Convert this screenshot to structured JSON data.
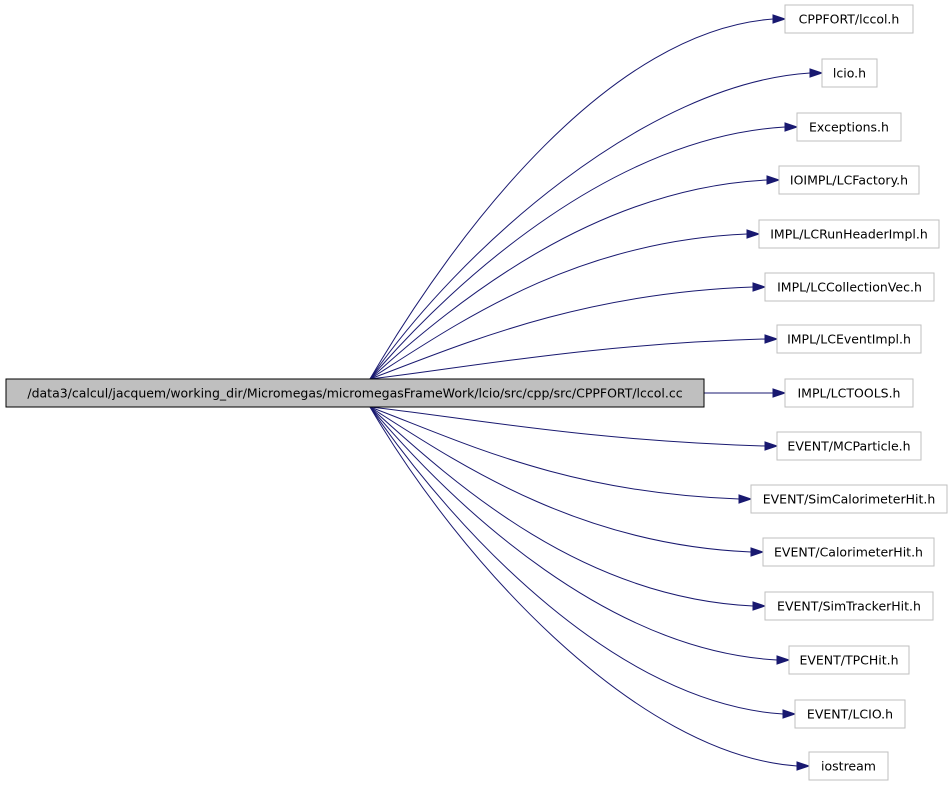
{
  "graph": {
    "source": {
      "label": "/data3/calcul/jacquem/working_dir/Micromegas/micromegasFrameWork/lcio/src/cpp/src/CPPFORT/lccol.cc"
    },
    "targets": [
      {
        "label": "CPPFORT/lccol.h"
      },
      {
        "label": "lcio.h"
      },
      {
        "label": "Exceptions.h"
      },
      {
        "label": "IOIMPL/LCFactory.h"
      },
      {
        "label": "IMPL/LCRunHeaderImpl.h"
      },
      {
        "label": "IMPL/LCCollectionVec.h"
      },
      {
        "label": "IMPL/LCEventImpl.h"
      },
      {
        "label": "IMPL/LCTOOLS.h"
      },
      {
        "label": "EVENT/MCParticle.h"
      },
      {
        "label": "EVENT/SimCalorimeterHit.h"
      },
      {
        "label": "EVENT/CalorimeterHit.h"
      },
      {
        "label": "EVENT/SimTrackerHit.h"
      },
      {
        "label": "EVENT/TPCHit.h"
      },
      {
        "label": "EVENT/LCIO.h"
      },
      {
        "label": "iostream"
      }
    ],
    "colors": {
      "edge": "#191970",
      "source_fill": "#bfbfbf",
      "node_border": "#bfbfbf"
    }
  }
}
